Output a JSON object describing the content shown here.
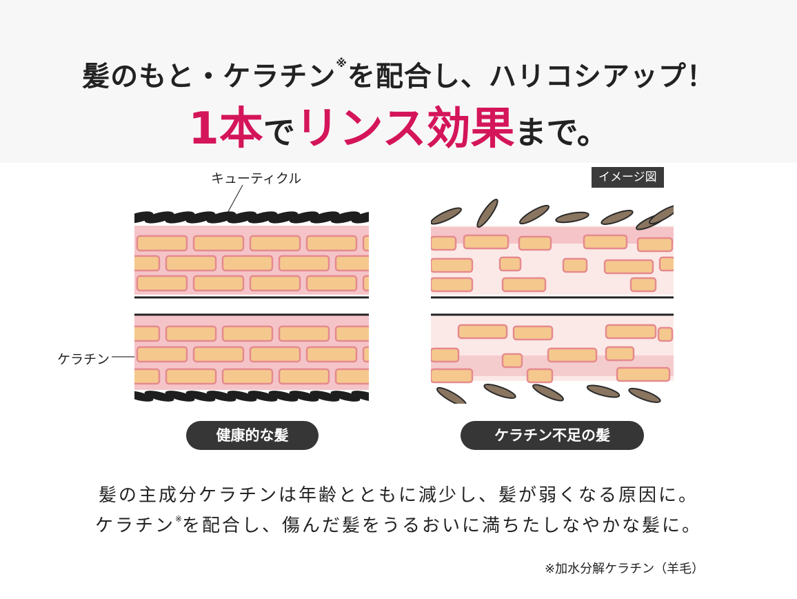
{
  "headline": {
    "before_note": "髪のもと・ケラチン",
    "note_mark": "※",
    "after_note": "を配合し、ハリコシアップ！"
  },
  "subhead": {
    "part1": "1本",
    "part2": "で",
    "part3": "リンス効果",
    "part4": "まで。"
  },
  "diagram": {
    "cuticle_label": "キューティクル",
    "keratin_label": "ケラチン",
    "image_tag": "イメージ図",
    "healthy_caption": "健康的な髪",
    "damaged_caption": "ケラチン不足の髪"
  },
  "body": {
    "line1": "髪の主成分ケラチンは年齢とともに減少し、髪が弱くなる原因に。",
    "line2_before": "ケラチン",
    "line2_mark": "※",
    "line2_after": "を配合し、傷んだ髪をうるおいに満ちたしなやかな髪に。"
  },
  "footnote": "※加水分解ケラチン（羊毛）",
  "colors": {
    "accent": "#d4155a",
    "pink_layer": "#f4c4c8",
    "brick_fill": "#f5c98e",
    "brick_border": "#e58a8e",
    "cuticle_healthy": "#1e1e1e",
    "cuticle_damaged": "#8a7560",
    "pill_bg": "#363636"
  }
}
